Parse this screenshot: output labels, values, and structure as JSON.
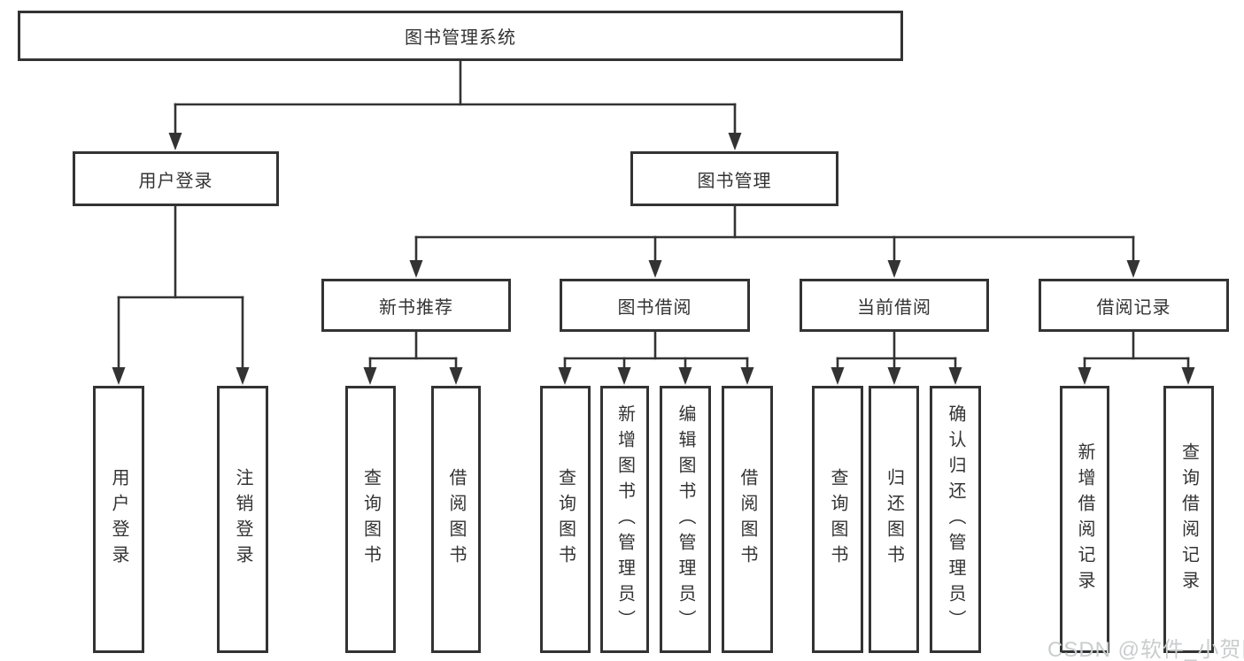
{
  "diagram": {
    "root": {
      "label": "图书管理系统"
    },
    "branches": [
      {
        "label": "用户登录",
        "children": [
          {
            "label": "用户登录"
          },
          {
            "label": "注销登录"
          }
        ]
      },
      {
        "label": "图书管理",
        "children": [
          {
            "label": "新书推荐",
            "children": [
              {
                "label": "查询图书"
              },
              {
                "label": "借阅图书"
              }
            ]
          },
          {
            "label": "图书借阅",
            "children": [
              {
                "label": "查询图书"
              },
              {
                "label": "新增图书（管理员）"
              },
              {
                "label": "编辑图书（管理员）"
              },
              {
                "label": "借阅图书"
              }
            ]
          },
          {
            "label": "当前借阅",
            "children": [
              {
                "label": "查询图书"
              },
              {
                "label": "归还图书"
              },
              {
                "label": "确认归还（管理员）"
              }
            ]
          },
          {
            "label": "借阅记录",
            "children": [
              {
                "label": "新增借阅记录"
              },
              {
                "label": "查询借阅记录"
              }
            ]
          }
        ]
      }
    ]
  },
  "watermark": {
    "text": "CSDN @软件_小贺同学"
  },
  "colors": {
    "line": "#333333",
    "text": "#333333",
    "box_background": "#ffffff",
    "watermark": "#c9cdcd",
    "background": "#ffffff"
  }
}
